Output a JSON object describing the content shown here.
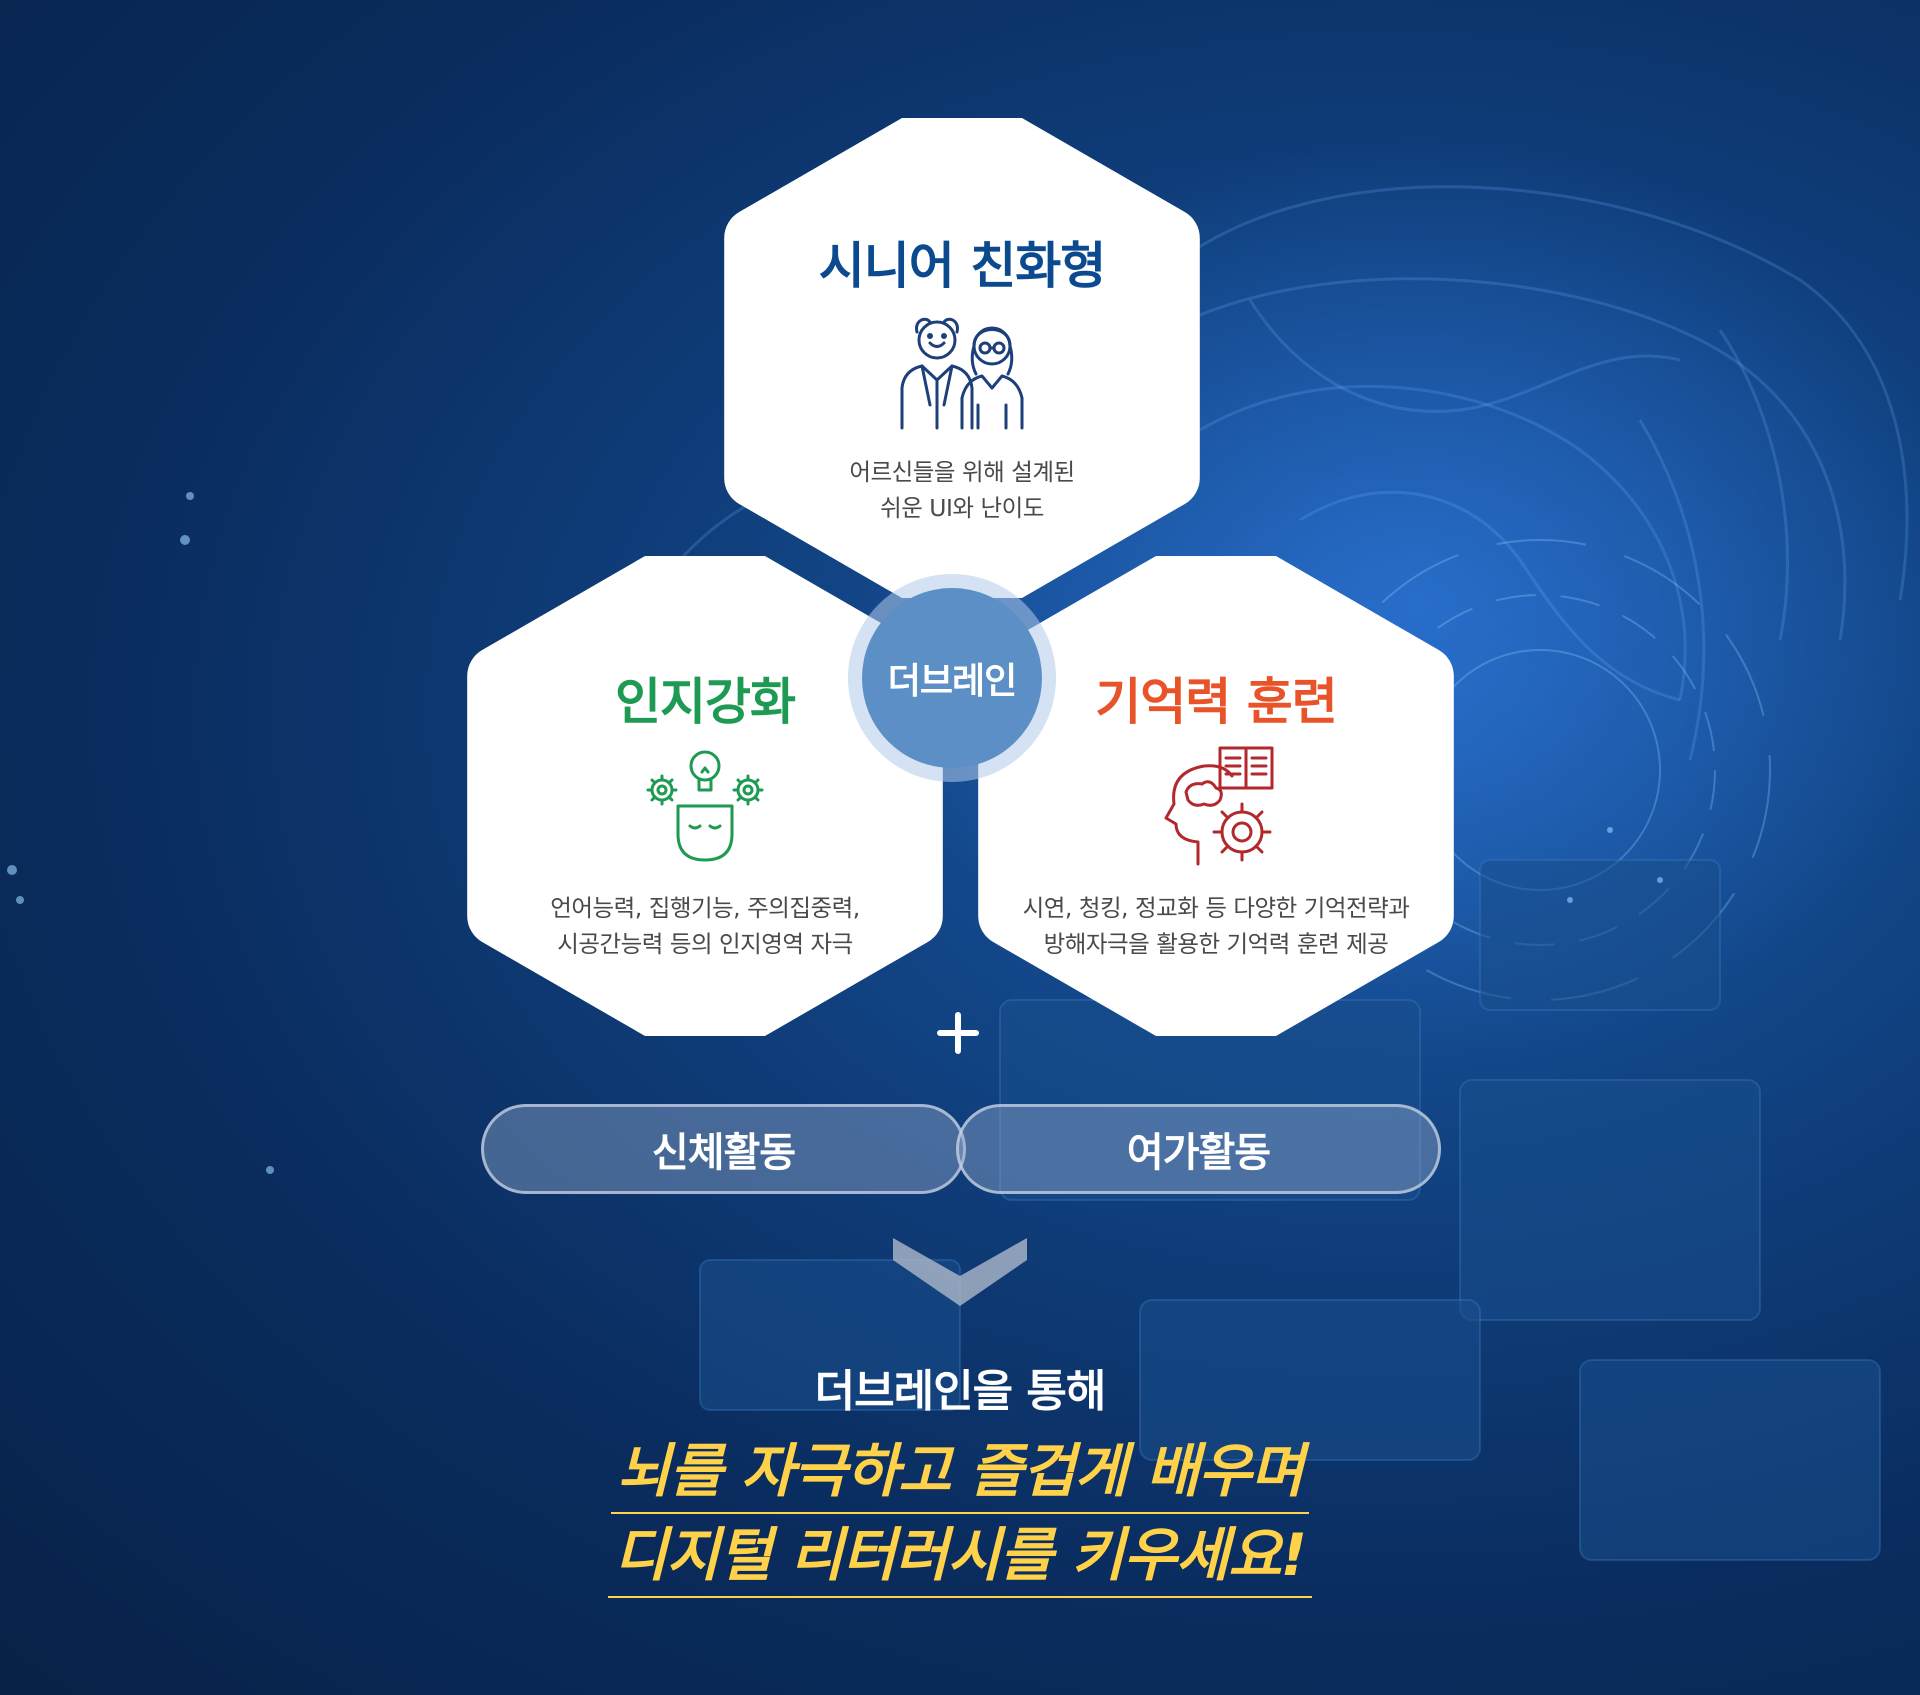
{
  "hub": {
    "label": "더브레인"
  },
  "cards": {
    "senior": {
      "title": "시니어 친화형",
      "desc": [
        "어르신들을 위해 설계된",
        "쉬운 UI와 난이도"
      ],
      "icon": "senior-couple-icon",
      "color": "#0b4a8f"
    },
    "cognitive": {
      "title": "인지강화",
      "desc": [
        "언어능력, 집행기능, 주의집중력,",
        "시공간능력 등의 인지영역 자극"
      ],
      "icon": "brain-idea-gears-icon",
      "color": "#1e9a52"
    },
    "memory": {
      "title": "기억력 훈련",
      "desc": [
        "시연, 청킹, 정교화 등 다양한 기억전략과",
        "방해자극을 활용한 기억력 훈련 제공"
      ],
      "icon": "head-book-gear-icon",
      "color": "#e8532a"
    }
  },
  "extras": [
    "신체활동",
    "여가활동"
  ],
  "conclusion": {
    "subtitle": "더브레인을 통해",
    "lines": [
      "뇌를 자극하고 즐겁게 배우며",
      "디지털 리터러시를 키우세요!"
    ],
    "color": "#ffd24a"
  }
}
